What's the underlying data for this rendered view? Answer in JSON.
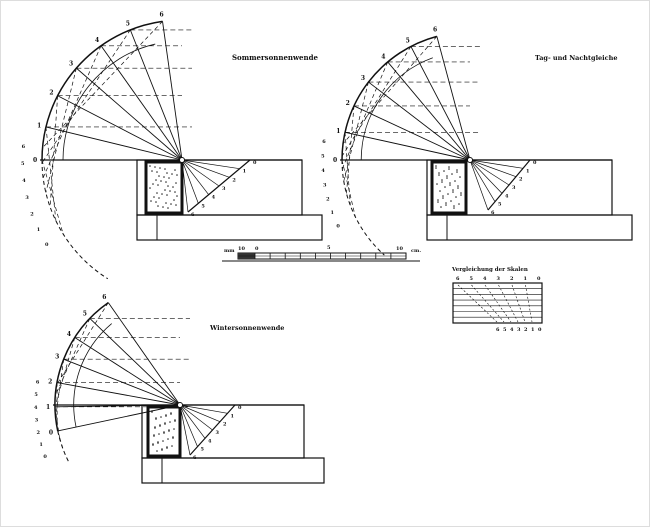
{
  "diagrams": [
    {
      "title": "Sommersonnenwende",
      "hour_labels": [
        "6",
        "5",
        "4",
        "3",
        "2",
        "1",
        "0"
      ]
    },
    {
      "title": "Tag- und Nachtgleiche",
      "hour_labels": [
        "6",
        "5",
        "4",
        "3",
        "2",
        "1",
        "0"
      ]
    },
    {
      "title": "Wintersonnenwende",
      "hour_labels": [
        "6",
        "5",
        "4",
        "3",
        "2",
        "1",
        "0"
      ]
    }
  ],
  "scale": {
    "unit_left": "mm",
    "label_10mm": "10",
    "label_0": "0",
    "label_5": "5",
    "label_10": "10",
    "unit_right": "cm."
  },
  "comparison": {
    "title": "Vergleichung der Skalen",
    "top_labels": [
      "6",
      "5",
      "4",
      "3",
      "2",
      "1",
      "0"
    ],
    "bottom_labels": [
      "6",
      "5",
      "4",
      "3",
      "2",
      "1",
      "0"
    ]
  }
}
